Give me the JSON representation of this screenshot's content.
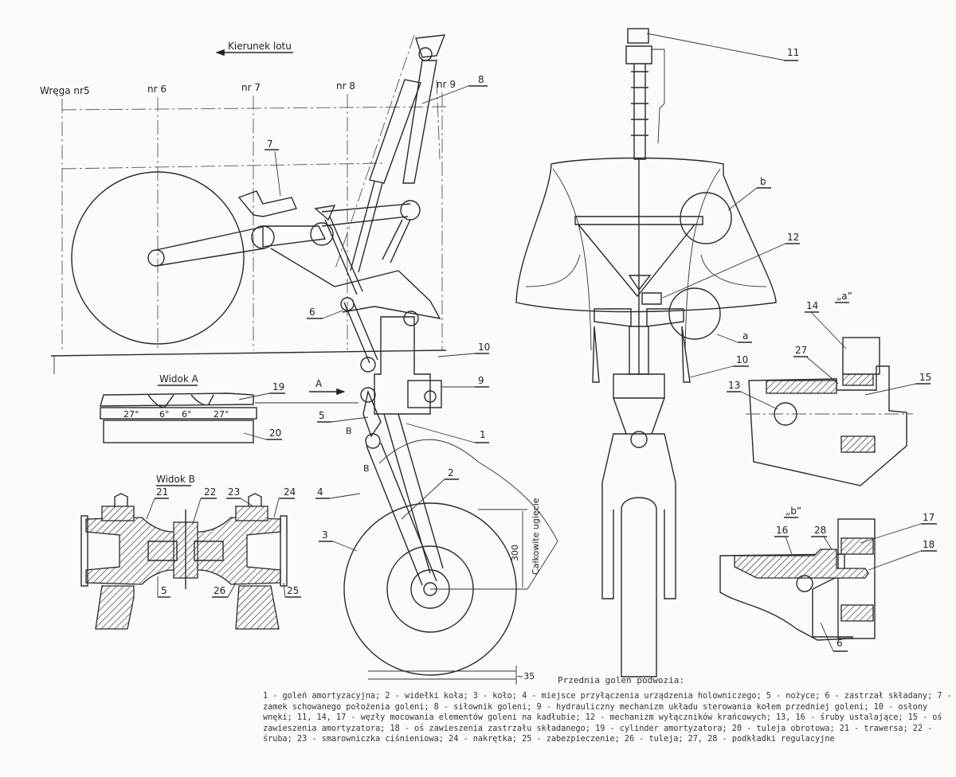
{
  "figure": {
    "direction_label": "Kierunek lotu",
    "frame_labels": [
      "Wręga nr5",
      "nr 6",
      "nr 7",
      "nr 8",
      "nr 9"
    ],
    "view_a": {
      "title": "Widok A",
      "angles": [
        "27°",
        "6°",
        "6°",
        "27°"
      ],
      "arrow_label": "A"
    },
    "view_b": {
      "title": "Widok B"
    },
    "detail_a": {
      "title": "„a”",
      "circle_label": "a"
    },
    "detail_b": {
      "title": "„b”",
      "circle_label": "b"
    },
    "dimensions": {
      "travel": "300",
      "travel_label": "Całkowite ugięcie",
      "ground": "~35"
    },
    "angle_marks": [
      "B",
      "B"
    ],
    "part_numbers": {
      "p1": "1",
      "p2": "2",
      "p3": "3",
      "p4": "4",
      "p5": "5",
      "p5b": "5",
      "p6": "6",
      "p6b": "6",
      "p7": "7",
      "p8": "8",
      "p9": "9",
      "p10": "10",
      "p10b": "10",
      "p11": "11",
      "p12": "12",
      "p13": "13",
      "p14": "14",
      "p15": "15",
      "p16": "16",
      "p17": "17",
      "p18": "18",
      "p19": "19",
      "p20": "20",
      "p21": "21",
      "p22": "22",
      "p23": "23",
      "p24": "24",
      "p25": "25",
      "p26": "26",
      "p27": "27",
      "p28": "28"
    }
  },
  "caption": {
    "title": "Przednia goleń podwozia:",
    "body": "1 - goleń amortyzacyjna; 2 - widełki koła; 3 - koło; 4 - miejsce przyłączenia urządzenia holowniczego; 5 - nożyce; 6 - zastrzał składany; 7 - zamek schowanego położenia goleni; 8 - siłownik goleni; 9 - hydrauliczny mechanizm układu sterowania kołem przedniej goleni; 10 - osłony wnęki; 11, 14, 17 - węzły mocowania elementów goleni na kadłubie; 12 - mechanizm wyłączników krańcowych; 13, 16 - śruby ustalające; 15 - oś zawieszenia amortyzatora; 18 - oś zawieszenia zastrzału składanego; 19 - cylinder amortyzatora; 20 - tuleja obrotowa; 21 - trawersa; 22 - śruba; 23 - smarowniczka ciśnieniowa; 24 - nakrętka; 25 - zabezpieczenie; 26 - tuleja; 27, 28 - podkładki regulacyjne"
  }
}
